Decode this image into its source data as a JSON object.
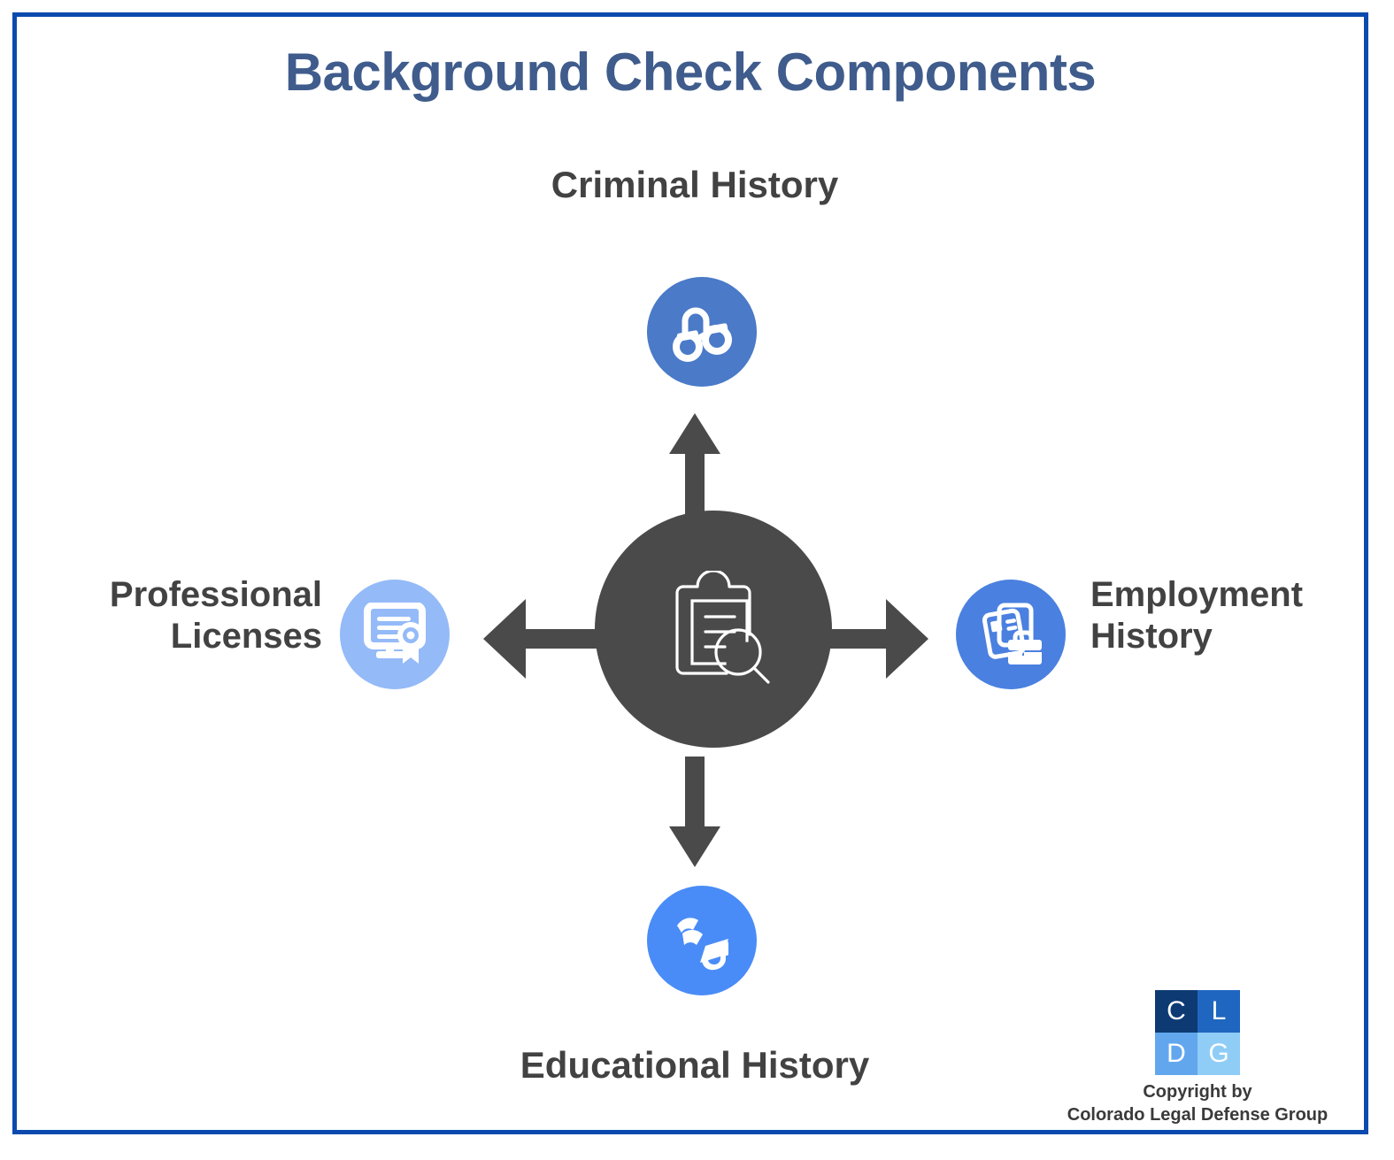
{
  "title": "Background Check Components",
  "colors": {
    "frame_border": "#0B4AAE",
    "title_text": "#3F5C8C",
    "hub_gray": "#4A4A4A",
    "label_text": "#424242",
    "criminal_circle": "#4A7AC8",
    "employment_circle": "#4A80E0",
    "education_circle": "#4A8CF7",
    "licenses_circle": "#94BAF8"
  },
  "center": {
    "icon": "clipboard-magnifier-icon"
  },
  "nodes": [
    {
      "id": "criminal",
      "label": "Criminal History",
      "label_lines": [
        "Criminal History"
      ],
      "icon": "handcuffs-icon",
      "position": "top",
      "circle_color": "#4A7AC8"
    },
    {
      "id": "employment",
      "label": "Employment History",
      "label_lines": [
        "Employment",
        "History"
      ],
      "icon": "resume-briefcase-icon",
      "position": "right",
      "circle_color": "#4A80E0"
    },
    {
      "id": "education",
      "label": "Educational History",
      "label_lines": [
        "Educational History"
      ],
      "icon": "graduation-cap-diploma-icon",
      "position": "bottom",
      "circle_color": "#4A8CF7"
    },
    {
      "id": "licenses",
      "label": "Professional Licenses",
      "label_lines": [
        "Professional",
        "Licenses"
      ],
      "icon": "certificate-award-icon",
      "position": "left",
      "circle_color": "#94BAF8"
    }
  ],
  "arrows": [
    {
      "direction": "up"
    },
    {
      "direction": "right"
    },
    {
      "direction": "down"
    },
    {
      "direction": "left"
    }
  ],
  "logo": {
    "cells": [
      "C",
      "L",
      "D",
      "G"
    ],
    "cell_colors": [
      "#0D3A73",
      "#1F66C0",
      "#62A7EE",
      "#8FCDF7"
    ],
    "copyright_line1": "Copyright by",
    "copyright_line2": "Colorado Legal Defense Group"
  }
}
